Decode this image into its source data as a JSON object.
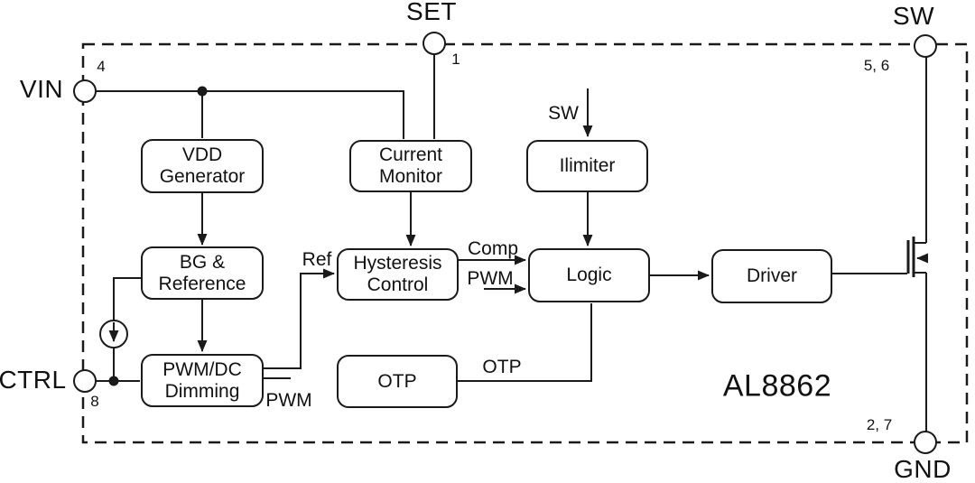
{
  "chip": {
    "name": "AL8862"
  },
  "pins": {
    "vin": {
      "label": "VIN",
      "number": "4"
    },
    "set": {
      "label": "SET",
      "number": "1"
    },
    "sw": {
      "label": "SW",
      "number": "5, 6"
    },
    "gnd": {
      "label": "GND",
      "number": "2, 7"
    },
    "ctrl": {
      "label": "CTRL",
      "number": "8"
    }
  },
  "blocks": {
    "vdd_generator": {
      "label": "VDD\nGenerator"
    },
    "current_monitor": {
      "label": "Current\nMonitor"
    },
    "ilimiter": {
      "label": "Ilimiter"
    },
    "bg_reference": {
      "label": "BG &\nReference"
    },
    "hysteresis_control": {
      "label": "Hysteresis\nControl"
    },
    "logic": {
      "label": "Logic"
    },
    "driver": {
      "label": "Driver"
    },
    "pwm_dc_dimming": {
      "label": "PWM/DC\nDimming"
    },
    "otp": {
      "label": "OTP"
    }
  },
  "signals": {
    "ref": "Ref",
    "comp": "Comp",
    "pwm_to_logic": "PWM",
    "pwm_from_dimming": "PWM",
    "otp_out": "OTP",
    "sw_to_ilimiter": "SW"
  },
  "colors": {
    "ink": "#1a1a1a",
    "background": "#ffffff"
  }
}
